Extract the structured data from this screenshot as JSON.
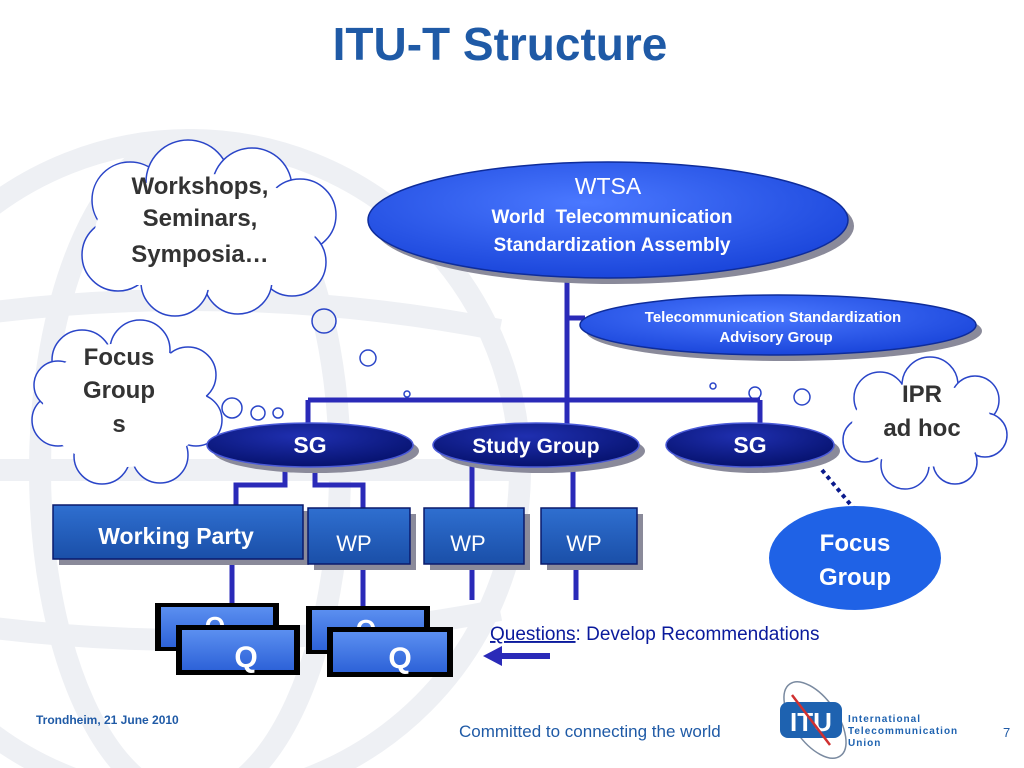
{
  "title": "ITU-T Structure",
  "clouds": {
    "workshops": [
      "Workshops,",
      "Seminars,",
      "Symposia…"
    ],
    "focus_groups": [
      "Focus",
      "Group",
      "s"
    ],
    "ipr": [
      "IPR",
      "ad hoc"
    ]
  },
  "wtsa": {
    "acronym": "WTSA",
    "line1": "World  Telecommunication",
    "line2": "Standardization Assembly"
  },
  "tsag": {
    "line1": "Telecommunication Standardization",
    "line2": "Advisory Group"
  },
  "study_groups": {
    "left": "SG",
    "center": "Study Group",
    "right": "SG"
  },
  "working_parties": {
    "main": "Working Party",
    "wp1": "WP",
    "wp2": "WP",
    "wp3": "WP"
  },
  "questions": {
    "back_left": "Q",
    "front_left": "Q",
    "back_right": "Q",
    "front_right": "Q"
  },
  "focus_group": [
    "Focus",
    "Group"
  ],
  "questions_note": {
    "link": "Questions",
    "rest": ": Develop Recommendations"
  },
  "footer": {
    "date": "Trondheim, 21 June 2010",
    "tagline": "Committed to connecting the world",
    "page_number": "7",
    "logo_mark": "ITU",
    "logo_text": [
      "International",
      "Telecommunication",
      "Union"
    ]
  },
  "colors": {
    "title": "#1f5aa6",
    "node_blue": "#2255e8",
    "dark_node": "#0a1a8c",
    "connector": "#2a2ab8",
    "shadow": "#8a8a9a",
    "itu_blue": "#1e62b0",
    "focus_group_fill": "#1f62e6"
  }
}
